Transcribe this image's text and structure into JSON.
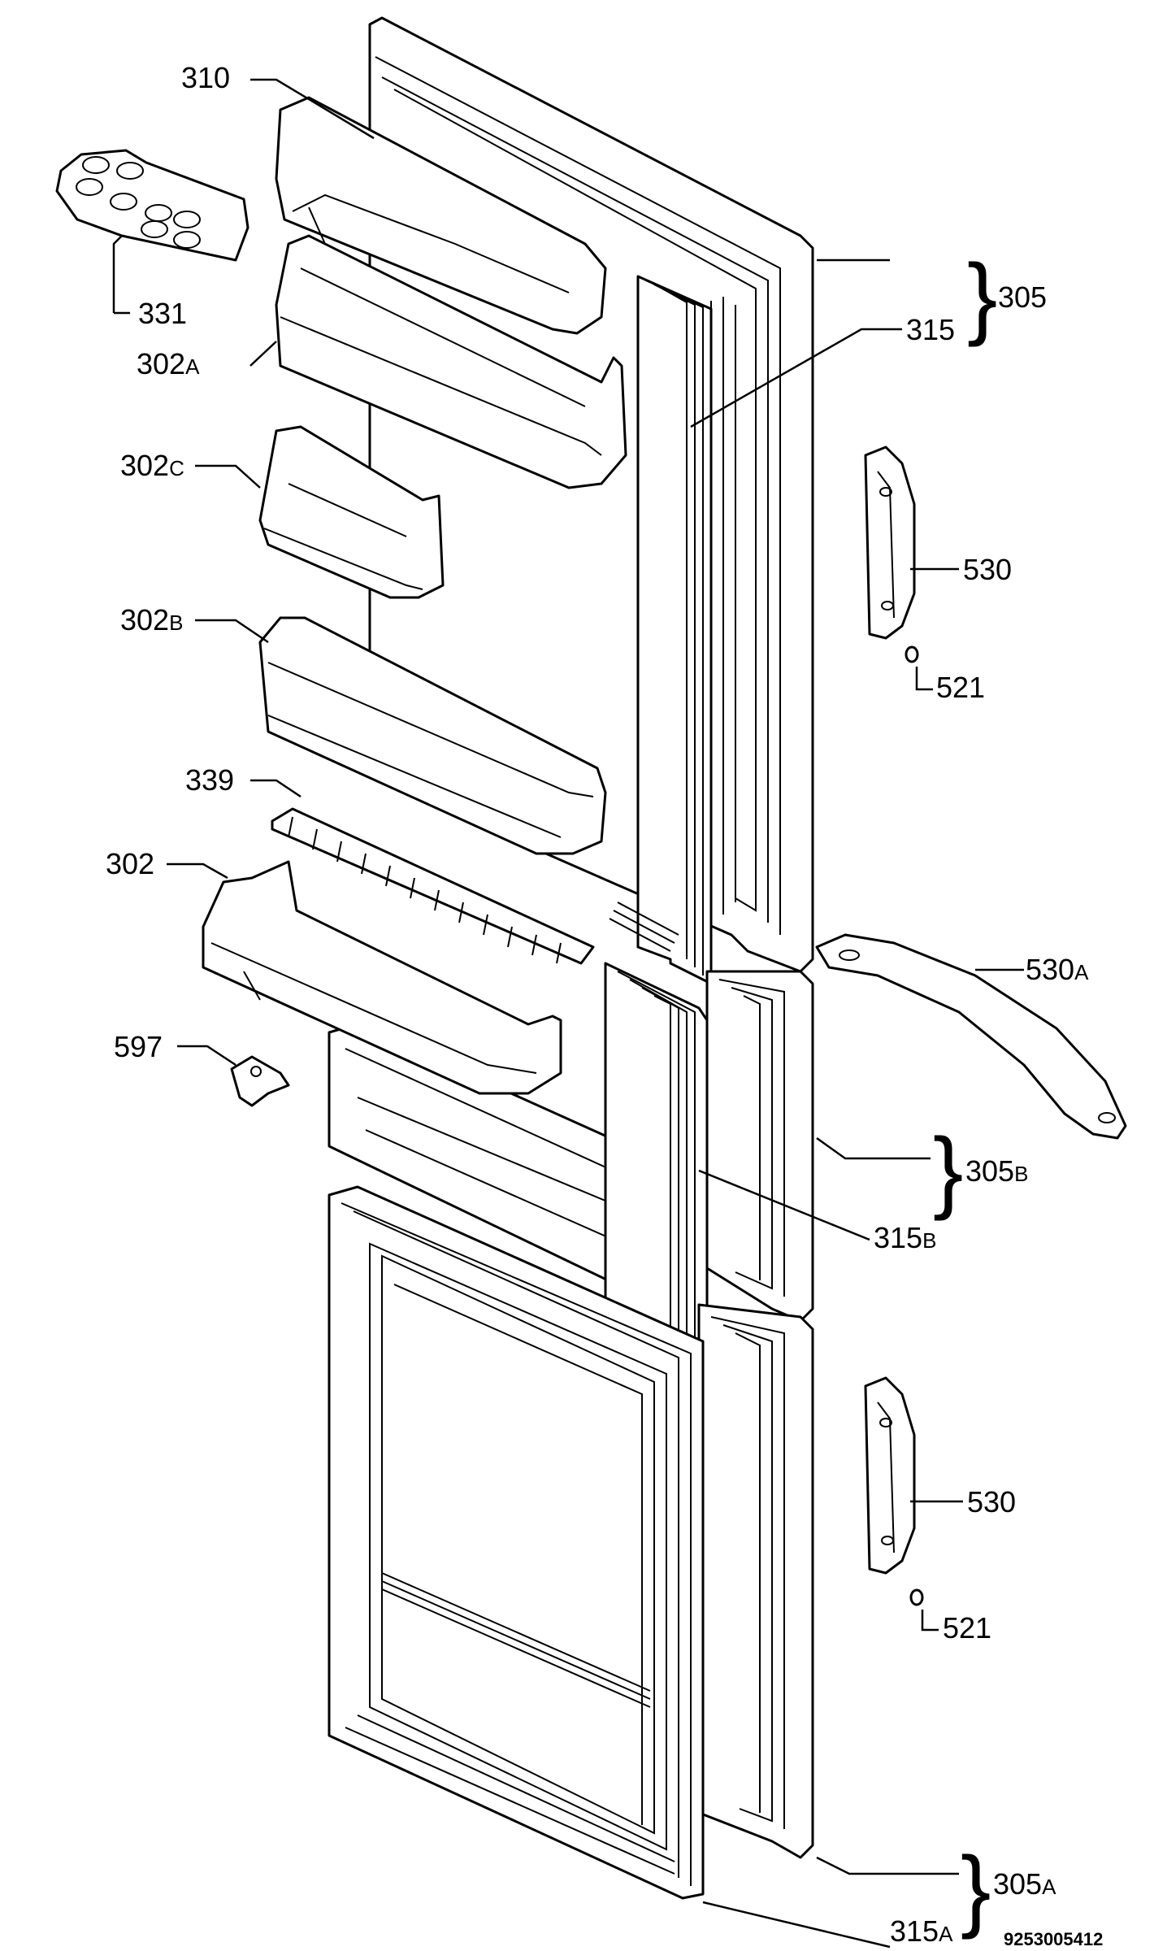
{
  "labels": {
    "l310": {
      "main": "310",
      "sub": ""
    },
    "l331": {
      "main": "331",
      "sub": ""
    },
    "l302a": {
      "main": "302",
      "sub": "A"
    },
    "l302c": {
      "main": "302",
      "sub": "C"
    },
    "l302b": {
      "main": "302",
      "sub": "B"
    },
    "l339": {
      "main": "339",
      "sub": ""
    },
    "l302": {
      "main": "302",
      "sub": ""
    },
    "l597": {
      "main": "597",
      "sub": ""
    },
    "l305": {
      "main": "305",
      "sub": ""
    },
    "l315": {
      "main": "315",
      "sub": ""
    },
    "l530t": {
      "main": "530",
      "sub": ""
    },
    "l521t": {
      "main": "521",
      "sub": ""
    },
    "l530a": {
      "main": "530",
      "sub": "A"
    },
    "l305b": {
      "main": "305",
      "sub": "B"
    },
    "l315b": {
      "main": "315",
      "sub": "B"
    },
    "l530b": {
      "main": "530",
      "sub": ""
    },
    "l521b": {
      "main": "521",
      "sub": ""
    },
    "l305a": {
      "main": "305",
      "sub": "A"
    },
    "l315a": {
      "main": "315",
      "sub": "A"
    }
  },
  "brace": "}",
  "drawing_code": "9253005412"
}
